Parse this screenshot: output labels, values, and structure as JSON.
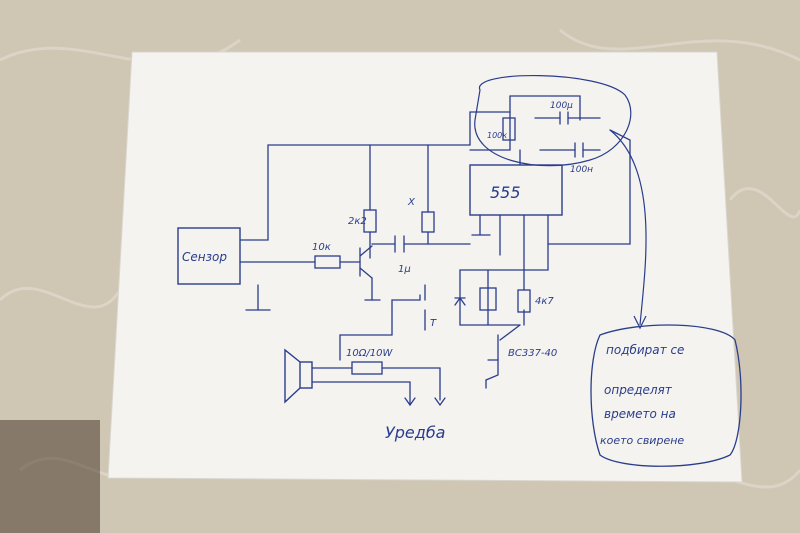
{
  "colors": {
    "tablecloth": "#cfc6b4",
    "paper": "#f4f3f0",
    "ink": "#2a3d8c"
  },
  "diagram": {
    "blocks": {
      "sensor": "Сензор",
      "ic": "555"
    },
    "components": {
      "r_10k": "10к",
      "r_2k2": "2к2",
      "r_x": "Х",
      "c_1u": "1μ",
      "c_100u": "100μ",
      "c_100n": "100н",
      "r_top": "100к",
      "r_4k7": "4к7",
      "transistor": "BC337-40",
      "r_load": "10Ω/10W",
      "relay_contact": "Т",
      "device": "Уредба"
    },
    "note": {
      "line1": "подбират се",
      "line2": "определят",
      "line3": "времето на",
      "line4": "което свирене"
    }
  }
}
